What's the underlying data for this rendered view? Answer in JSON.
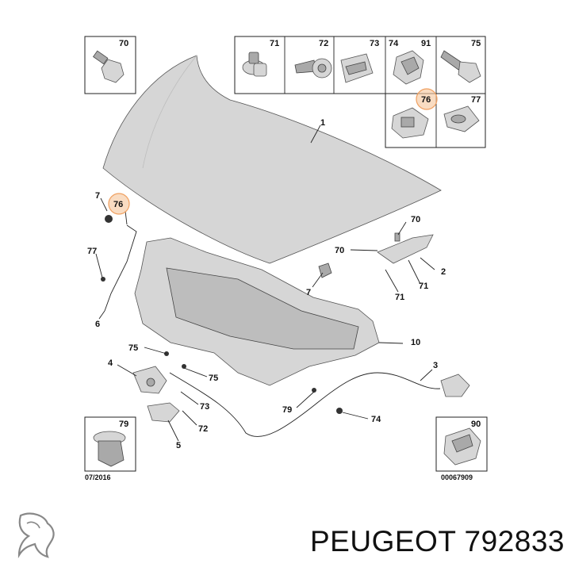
{
  "title": "PEUGEOT 792833",
  "diagram_code": "00067909",
  "diagram_date": "07/2016",
  "brand_logo": "peugeot-lion-logo",
  "highlight_color": "#f6c9a2",
  "callouts": {
    "c1": "1",
    "c2": "2",
    "c3": "3",
    "c4": "4",
    "c5": "5",
    "c6": "6",
    "c7a": "7",
    "c7b": "7",
    "c10": "10",
    "c70a": "70",
    "c70b": "70",
    "c71a": "71",
    "c71b": "71",
    "c72": "72",
    "c73": "73",
    "c74": "74",
    "c75a": "75",
    "c75b": "75",
    "c76": "76",
    "c77": "77",
    "c79": "79"
  },
  "inset_labels": {
    "b70": "70",
    "b71": "71",
    "b72": "72",
    "b73": "73",
    "b74": "74",
    "b91": "91",
    "b75": "75",
    "b76": "76",
    "b77": "77",
    "b79": "79",
    "b90": "90"
  }
}
